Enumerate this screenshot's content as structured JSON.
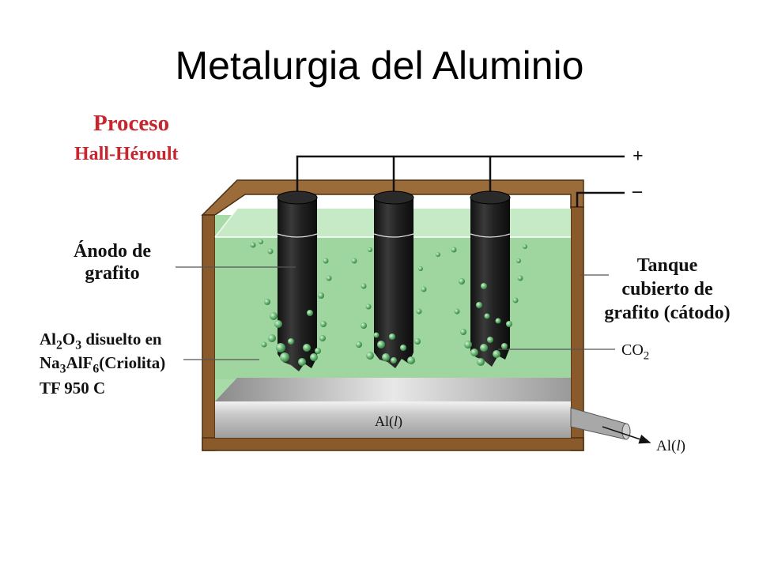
{
  "title": "Metalurgia del Aluminio",
  "process": {
    "line1": "Proceso",
    "line2": "Hall-Héroult"
  },
  "labels": {
    "anode": [
      "Ánodo de",
      "grafito"
    ],
    "tank": [
      "Tanque",
      "cubierto de",
      "grafito (cátodo)"
    ],
    "electrolyte": {
      "al": "Al",
      "al_sub": "2",
      "o": "O",
      "o_sub": "3",
      "dissolved": " disuelto en",
      "na": "Na",
      "na_sub": "3",
      "alf": "AlF",
      "f_sub": "6",
      "criolita": "(Criolita)",
      "temp": "TF 950 C"
    },
    "co2": {
      "co": "CO",
      "sub": "2"
    },
    "plus": "+",
    "minus": "–",
    "al_liquid_inside": {
      "al": "Al(",
      "l": "l",
      "close": ")"
    },
    "al_liquid_outside": {
      "al": "Al(",
      "l": "l",
      "close": ")"
    }
  },
  "colors": {
    "title": "#000000",
    "process": "#c8262e",
    "tank_wall": "#8b5a2b",
    "electrolyte": "#a8dca8",
    "aluminum": "#bdbdbd",
    "anode": "#1e1e1e",
    "bubble": "#5fae6c"
  }
}
